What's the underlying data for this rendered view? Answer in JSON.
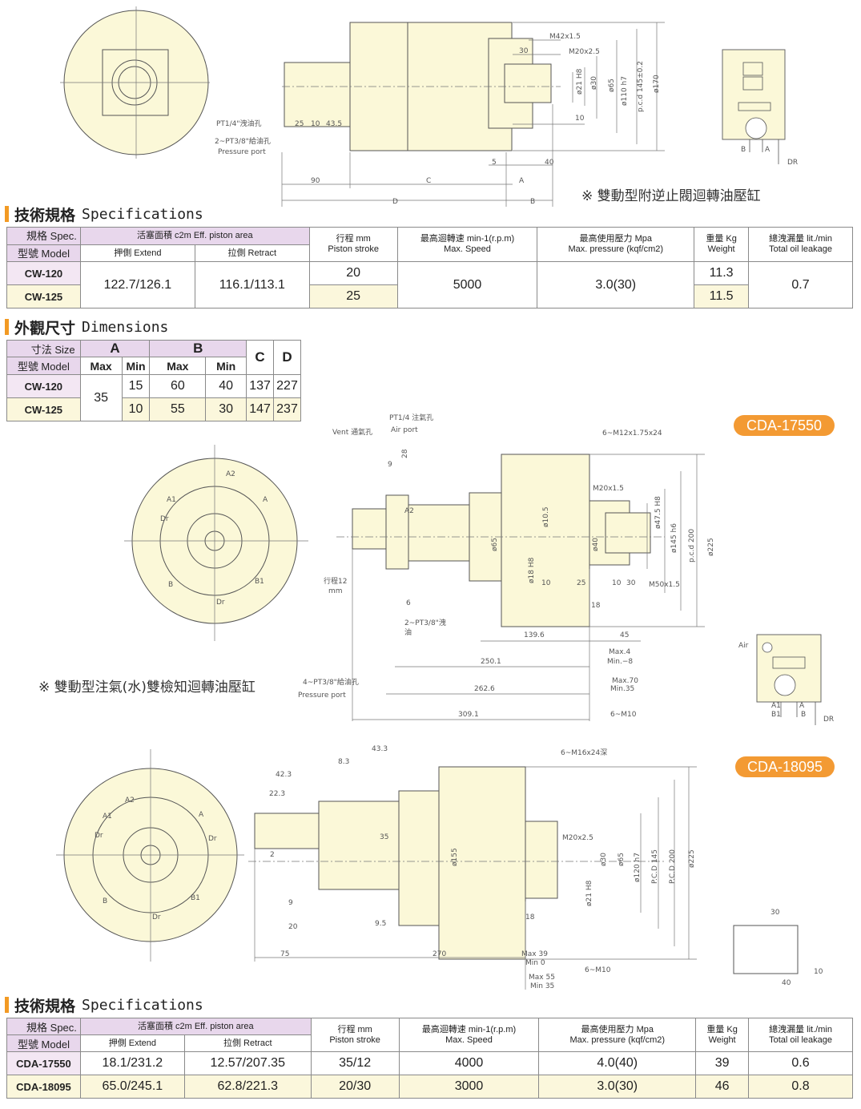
{
  "labels": {
    "pt14": "PT1/4\"洩油孔",
    "pt38": "2~PT3/8\"給油孔",
    "pressure_port": "Pressure port",
    "m42": "M42x1.5",
    "m20": "M20x2.5",
    "d30": "30",
    "d25": "25",
    "d10": "10",
    "d43": "43.5",
    "d90": "90",
    "dC": "C",
    "dD": "D",
    "dA": "A",
    "dB": "B",
    "d5": "5",
    "d40": "40",
    "d10b": "10",
    "phi21": "ø21 H8",
    "phi30": "ø30",
    "phi65": "ø65",
    "phi110": "ø110 h7",
    "pcd145": "p.c.d 145±0.2",
    "phi170": "ø170",
    "hB": "B",
    "hA": "A",
    "hDR": "DR"
  },
  "cda1": {
    "vent": "Vent 通氣孔",
    "pt14": "PT1/4 注氣孔",
    "air": "Air port",
    "m12": "6~M12x1.75x24",
    "m20": "M20x1.5",
    "d9": "9",
    "d28": "28",
    "a2": "A2",
    "a1": "A1",
    "dr": "Dr",
    "b": "B",
    "b1": "B1",
    "a": "A",
    "stroke": "行程12",
    "mm": "mm",
    "pt38": "2~PT3/8\"洩",
    "oil": "油",
    "d6": "6",
    "phi105": "ø10.5",
    "phi65": "ø65",
    "phi18": "ø18 H8",
    "phi40": "ø40",
    "phi475": "ø47.5 H8",
    "phi145": "ø145 h6",
    "pcd200": "p.c.d 200",
    "phi225": "ø225",
    "d10": "10",
    "d25": "25",
    "d10b": "10",
    "d30": "30",
    "m50": "M50x1.5",
    "d18": "18",
    "d1396": "139.6",
    "d45": "45",
    "d2501": "250.1",
    "d2626": "262.6",
    "d3091": "309.1",
    "max4": "Max.4",
    "min8": "Min.−8",
    "max70": "Max.70",
    "min35": "Min.35",
    "m10": "6~M10",
    "pt38b": "4~PT3/8\"給油孔",
    "pport": "Pressure port",
    "hair": "Air",
    "ha1": "A1",
    "hb1": "B1",
    "ha": "A",
    "hb": "B",
    "hdr": "DR"
  },
  "cda2": {
    "m16": "6~M16x24深",
    "d433": "43.3",
    "d83": "8.3",
    "d423": "42.3",
    "d223": "22.3",
    "d35": "35",
    "d2": "2",
    "d9": "9",
    "d20": "20",
    "d95": "9.5",
    "d75": "75",
    "d270": "270",
    "phi155": "ø155",
    "m20": "M20x2.5",
    "phi30": "ø30",
    "phi65": "ø65",
    "phi120": "ø120 h7",
    "pcd145": "P.C.D 145",
    "pcd200": "P.C.D 200",
    "phi225": "ø225",
    "phi21": "ø21 H8",
    "d18": "18",
    "max39": "Max 39",
    "min0": "Min 0",
    "max55": "Max 55",
    "min35": "Min 35",
    "m10": "6~M10",
    "a2": "A2",
    "a1": "A1",
    "a": "A",
    "dr": "Dr",
    "b": "B",
    "b1": "B1",
    "i30": "30",
    "i10": "10",
    "i40": "40"
  },
  "notes": {
    "note1": "※ 雙動型附逆止閥迴轉油壓缸",
    "note2": "※ 雙動型注氣(水)雙檢知迴轉油壓缸"
  },
  "badges": {
    "b1": "CDA-17550",
    "b2": "CDA-18095"
  },
  "section1": {
    "zh": "技術規格",
    "en": "Specifications"
  },
  "section2": {
    "zh": "外觀尺寸",
    "en": "Dimensions"
  },
  "section3": {
    "zh": "技術規格",
    "en": "Specifications"
  },
  "spec1": {
    "h_spec": "規格 Spec.",
    "h_model": "型號 Model",
    "h_area": "活塞面積 c2m Eff. piston area",
    "h_extend": "押側 Extend",
    "h_retract": "拉側 Retract",
    "h_stroke_zh": "行程 mm",
    "h_stroke_en": "Piston stroke",
    "h_speed_zh": "最高迴轉速 min-1(r.p.m)",
    "h_speed_en": "Max. Speed",
    "h_press_zh": "最高使用壓力 Mpa",
    "h_press_en": "Max. pressure (kqf/cm2)",
    "h_weight_zh": "重量 Kg",
    "h_weight_en": "Weight",
    "h_leak_zh": "總洩漏量 lit./min",
    "h_leak_en": "Total oil leakage",
    "rows": [
      {
        "model": "CW-120",
        "stroke": "20",
        "weight": "11.3"
      },
      {
        "model": "CW-125",
        "stroke": "25",
        "weight": "11.5"
      }
    ],
    "extend": "122.7/126.1",
    "retract": "116.1/113.1",
    "speed": "5000",
    "pressure": "3.0(30)",
    "leak": "0.7"
  },
  "dims": {
    "h_size": "寸法 Size",
    "h_model": "型號 Model",
    "h_A": "A",
    "h_B": "B",
    "h_C": "C",
    "h_D": "D",
    "h_max": "Max",
    "h_min": "Min",
    "a_max": "35",
    "rows": [
      {
        "model": "CW-120",
        "a_min": "15",
        "b_max": "60",
        "b_min": "40",
        "c": "137",
        "d": "227"
      },
      {
        "model": "CW-125",
        "a_min": "10",
        "b_max": "55",
        "b_min": "30",
        "c": "147",
        "d": "237"
      }
    ]
  },
  "spec2": {
    "h_spec": "規格 Spec.",
    "h_model": "型號 Model",
    "h_area": "活塞面積 c2m Eff. piston area",
    "h_extend": "押側 Extend",
    "h_retract": "拉側 Retract",
    "h_stroke_zh": "行程 mm",
    "h_stroke_en": "Piston stroke",
    "h_speed_zh": "最高迴轉速 min-1(r.p.m)",
    "h_speed_en": "Max. Speed",
    "h_press_zh": "最高使用壓力 Mpa",
    "h_press_en": "Max. pressure (kqf/cm2)",
    "h_weight_zh": "重量 Kg",
    "h_weight_en": "Weight",
    "h_leak_zh": "總洩漏量 lit./min",
    "h_leak_en": "Total oil leakage",
    "rows": [
      {
        "model": "CDA-17550",
        "extend": "18.1/231.2",
        "retract": "12.57/207.35",
        "stroke": "35/12",
        "speed": "4000",
        "pressure": "4.0(40)",
        "weight": "39",
        "leak": "0.6"
      },
      {
        "model": "CDA-18095",
        "extend": "65.0/245.1",
        "retract": "62.8/221.3",
        "stroke": "20/30",
        "speed": "3000",
        "pressure": "3.0(30)",
        "weight": "46",
        "leak": "0.8"
      }
    ]
  }
}
